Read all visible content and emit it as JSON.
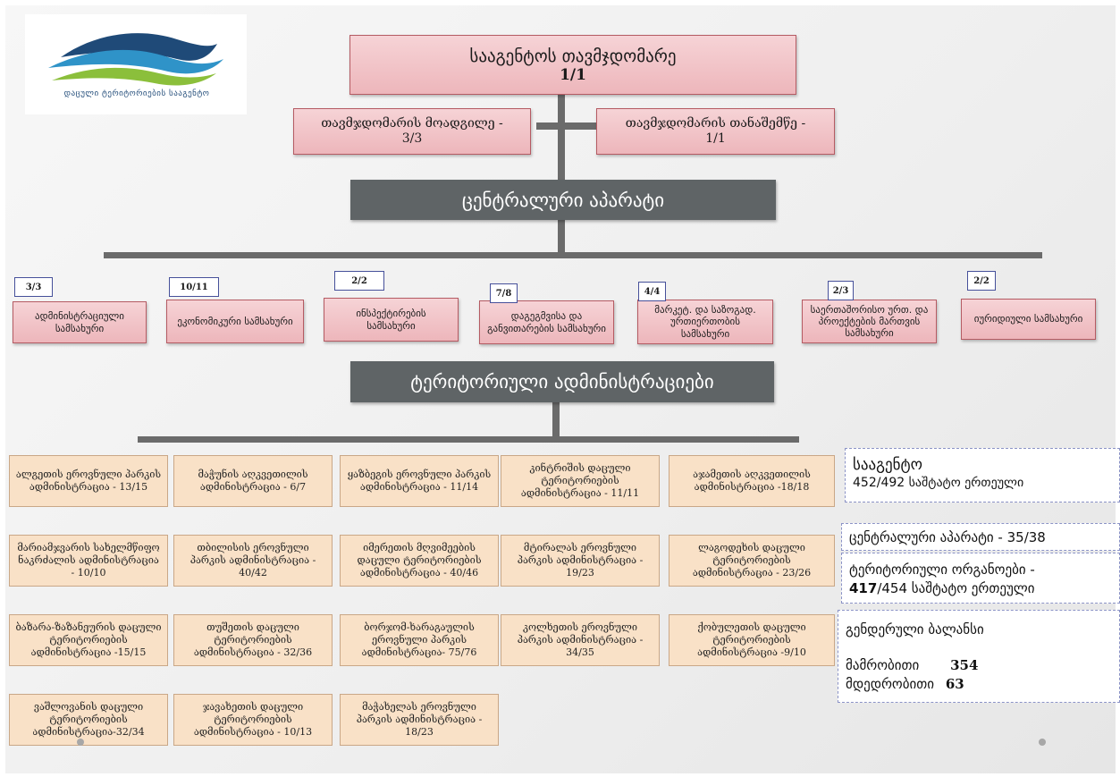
{
  "logo": {
    "caption": "დაცული ტერიტორიების სააგენტო",
    "colors": {
      "dark": "#1f4a78",
      "light": "#2f93c8",
      "green": "#8bbf3b"
    }
  },
  "top": {
    "chair_title": "სააგენტოს თავმჯდომარე",
    "chair_count": "1/1",
    "deputy": "თავმჯდომარის მოადგილე -\n3/3",
    "assistant": "თავმჯდომარის თანაშემწე -\n1/1"
  },
  "central_bar": "ცენტრალური აპარატი",
  "territorial_bar": "ტერიტორიული ადმინისტრაციები",
  "departments": [
    {
      "badge": "3/3",
      "label": "ადმინისტრაციული სამსახური"
    },
    {
      "badge": "10/11",
      "label": "ეკონომიკური სამსახური"
    },
    {
      "badge": "2/2",
      "label": "ინსპექტირების სამსახური"
    },
    {
      "badge": "7/8",
      "label": "დაგეგმვისა და განვითარების სამსახური"
    },
    {
      "badge": "4/4",
      "label": "მარკეტ. და საზოგად. ურთიერთობის სამსახური"
    },
    {
      "badge": "2/3",
      "label": "საერთაშორისო ურთ. და პროექტების მართვის სამსახური"
    },
    {
      "badge": "2/2",
      "label": "იურიდიული სამსახური"
    }
  ],
  "administrations": [
    "ალგეთის ეროვნული პარკის ადმინისტრაცია - 13/15",
    "მაჭუნის აღკვეთილის ადმინისტრაცია - 6/7",
    "ყაზბეგის ეროვნული პარკის ადმინისტრაცია - 11/14",
    "კინტრიშის დაცული ტერიტორიების ადმინისტრაცია - 11/11",
    "აჯამეთის აღკვეთილის ადმინისტრაცია -18/18",
    "მარიამჯვარის სახელმწიფო ნაკრძალის ადმინისტრაცია - 10/10",
    "თბილისის ეროვნული პარკის ადმინისტრაცია - 40/42",
    "იმერეთის მღვიმეების დაცული ტერიტორიების ადმინისტრაცია - 40/46",
    "მტირალას ეროვნული პარკის ადმინისტრაცია - 19/23",
    "ლაგოდეხის დაცული ტერიტორიების ადმინისტრაცია - 23/26",
    "ბაზარა-ზაზანეურის დაცული ტერიტორიების ადმინისტრაცია -15/15",
    "თუშეთის დაცული ტერიტორიების ადმინისტრაცია - 32/36",
    "ბორჯომ-ხარაგაულის ეროვნული პარკის ადმინისტრაცია- 75/76",
    "კოლხეთის ეროვნული პარკის ადმინისტრაცია - 34/35",
    "ქობულეთის დაცული ტერიტორიების ადმინისტრაცია -9/10",
    "ვაშლოვანის დაცული ტერიტორიების ადმინისტრაცია-32/34",
    "ჯავახეთის დაცული ტერიტორიების ადმინისტრაცია - 10/13",
    "მაჭახელას ეროვნული პარკის ადმინისტრაცია - 18/23"
  ],
  "summary": {
    "agency_title": "სააგენტო",
    "agency_staff": "452/492 საშტატო ერთეული",
    "central": "ცენტრალური აპარატი - 35/38",
    "territorial_label": "ტერიტორიული ორგანოები -",
    "territorial_count": "417",
    "territorial_rest": "/454 საშტატო ერთეული",
    "gender_title": "გენდერული ბალანსი",
    "male_label": "მამრობითი",
    "male_value": "354",
    "female_label": "მდედრობითი",
    "female_value": "63"
  }
}
